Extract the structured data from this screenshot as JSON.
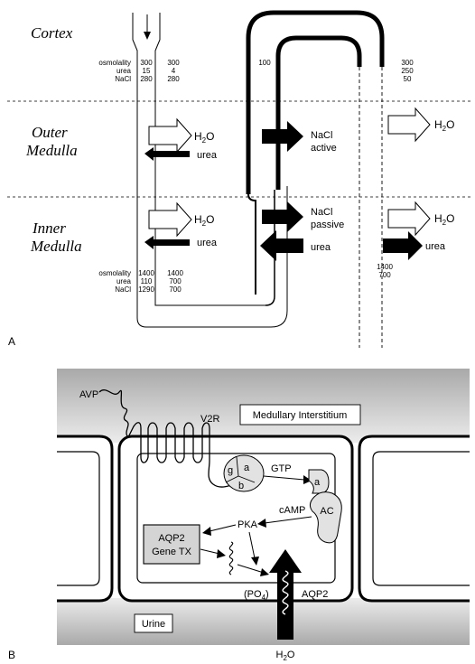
{
  "panel_a": {
    "label": "A",
    "regions": {
      "cortex": "Cortex",
      "outer_1": "Outer",
      "outer_2": "Medulla",
      "inner_1": "Inner",
      "inner_2": "Medulla"
    },
    "top_table": {
      "osm_label": "osmolality",
      "osm_a": "300",
      "osm_b": "300",
      "urea_label": "urea",
      "urea_a": "15",
      "urea_b": "4",
      "nacl_label": "NaCl",
      "nacl_a": "280",
      "nacl_b": "280"
    },
    "loop_value": "100",
    "cd_top": {
      "v1": "300",
      "v2": "250",
      "v3": "50"
    },
    "bottom_table": {
      "osm_label": "osmolality",
      "osm_a": "1400",
      "osm_b": "1400",
      "urea_label": "urea",
      "urea_a": "110",
      "urea_b": "700",
      "nacl_label": "NaCl",
      "nacl_a": "1290",
      "nacl_b": "700"
    },
    "cd_bottom": {
      "v1": "1400",
      "v2": "700"
    },
    "arrows": {
      "h2o": "H",
      "h2o_sub": "2",
      "h2o_end": "O",
      "urea": "urea",
      "nacl": "NaCl",
      "active": "active",
      "passive": "passive"
    },
    "colors": {
      "line": "#000000",
      "open_arrow": "#ffffff"
    }
  },
  "panel_b": {
    "label": "B",
    "avp": "AVP",
    "v2r": "V2R",
    "interstitium": "Medullary Interstitium",
    "g_sub": {
      "g": "g",
      "a": "a",
      "b": "b"
    },
    "gtp": "GTP",
    "a_sub": "a",
    "ac": "AC",
    "camp": "cAMP",
    "pka": "PKA",
    "aqp2_gene_1": "AQP2",
    "aqp2_gene_2": "Gene TX",
    "po4": "(PO",
    "po4_sub": "4",
    "po4_end": ")",
    "aqp2": "AQP2",
    "urine": "Urine",
    "h2o": "H",
    "h2o_sub": "2",
    "h2o_end": "O",
    "colors": {
      "grad_dark": "#a9a9a9",
      "grad_light": "#ececec",
      "box_fill": "#d4d4d4",
      "subunit_fill": "#e2e2e2"
    }
  }
}
